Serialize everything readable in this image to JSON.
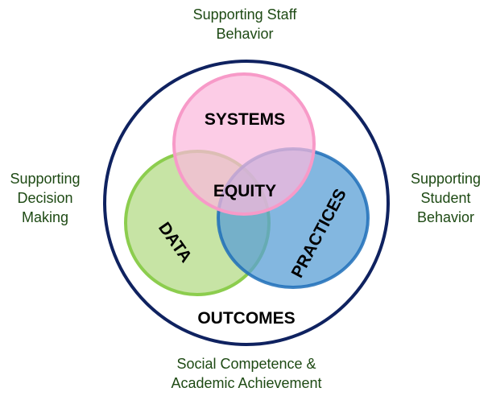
{
  "labels": {
    "top": "Supporting Staff\nBehavior",
    "left": "Supporting\nDecision\nMaking",
    "right": "Supporting\nStudent\nBehavior",
    "bottom": "Social Competence &\nAcademic Achievement"
  },
  "circles": {
    "systems": "SYSTEMS",
    "data": "DATA",
    "practices": "PRACTICES",
    "center": "EQUITY",
    "outer": "OUTCOMES"
  },
  "colors": {
    "outer_ring": "#0f2260",
    "systems_fill": "#fbc8e2",
    "systems_stroke": "#f79ac8",
    "data_fill": "#c7e4a5",
    "data_stroke": "#8ccd4e",
    "practices_fill": "#7fb5de",
    "practices_stroke": "#1f6fb8",
    "label_text": "#1e4a14"
  }
}
